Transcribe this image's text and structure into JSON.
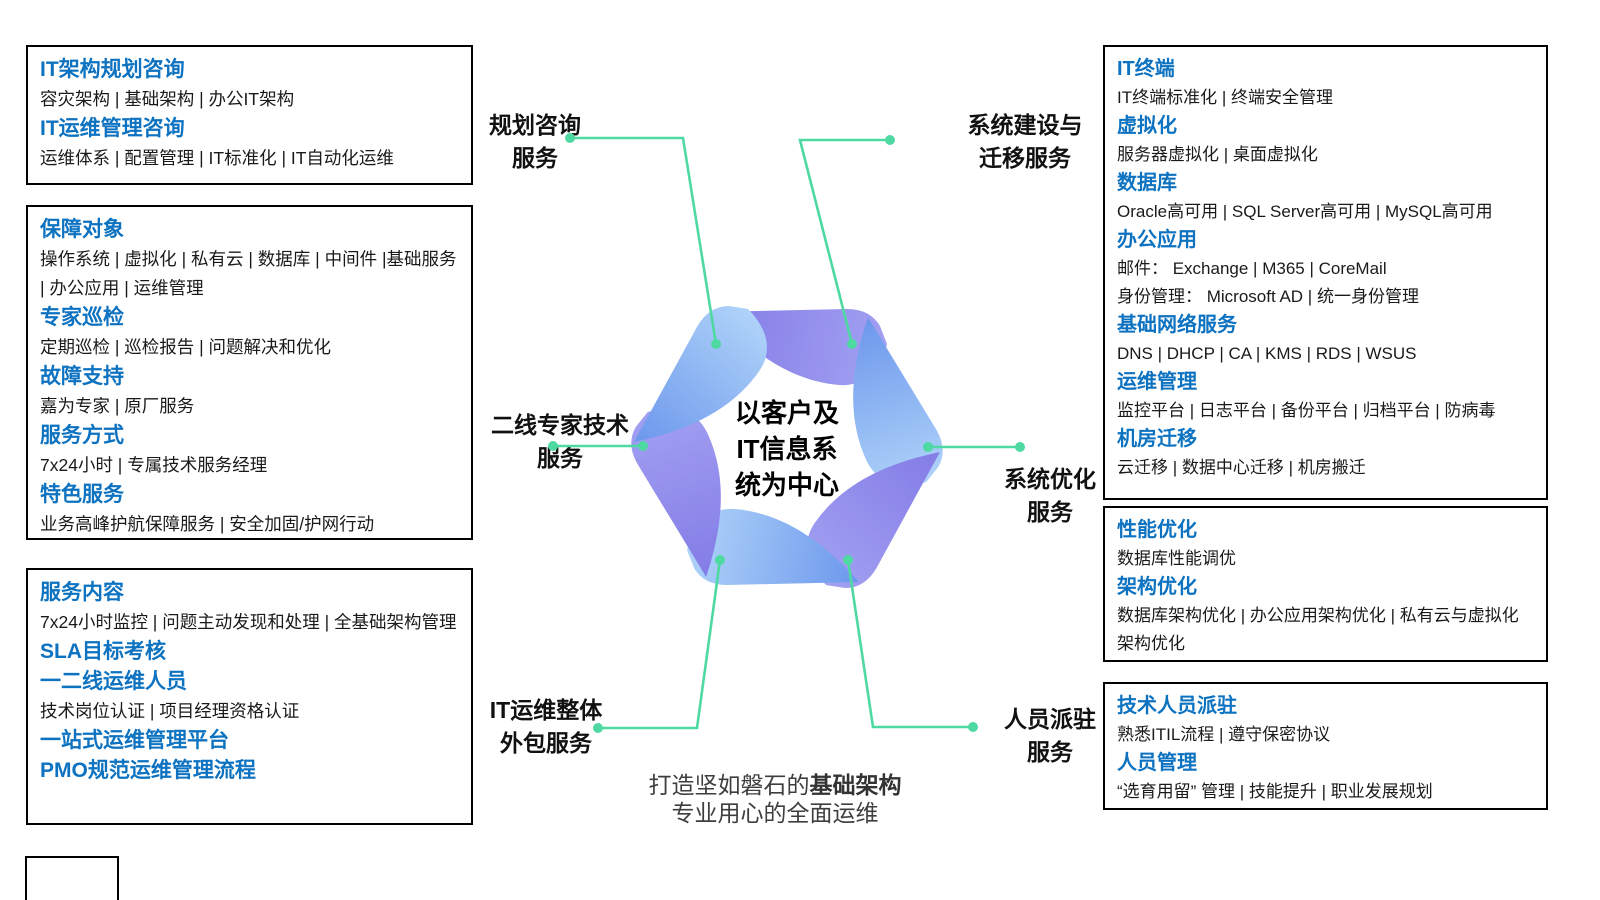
{
  "colors": {
    "heading_blue": "#0D72C0",
    "connector_green": "#4ED9A2",
    "knot_blue_light": "#AFD3F9",
    "knot_blue_deep": "#6C97EC",
    "knot_purple_light": "#A2A0F2",
    "knot_purple_deep": "#837CE6",
    "body_text": "#1A1A1A",
    "tagline_gray": "#3E3E3E"
  },
  "boxes": {
    "lb1": {
      "sections": [
        {
          "title": "IT架构规划咨询",
          "lines": [
            "容灾架构 | 基础架构 | 办公IT架构"
          ]
        },
        {
          "title": "IT运维管理咨询",
          "lines": [
            "运维体系 | 配置管理 | IT标准化 | IT自动化运维"
          ]
        }
      ]
    },
    "lb2": {
      "sections": [
        {
          "title": "保障对象",
          "lines": [
            "操作系统 | 虚拟化 | 私有云 | 数据库 | 中间件 |基础服务 | 办公应用 | 运维管理"
          ]
        },
        {
          "title": "专家巡检",
          "lines": [
            "定期巡检 | 巡检报告 | 问题解决和优化"
          ]
        },
        {
          "title": "故障支持",
          "lines": [
            "嘉为专家 | 原厂服务"
          ]
        },
        {
          "title": "服务方式",
          "lines": [
            "7x24小时 | 专属技术服务经理"
          ]
        },
        {
          "title": "特色服务",
          "lines": [
            "业务高峰护航保障服务 | 安全加固/护网行动"
          ]
        }
      ]
    },
    "lb3": {
      "sections": [
        {
          "title": "服务内容",
          "lines": [
            "7x24小时监控 | 问题主动发现和处理 | 全基础架构管理"
          ]
        },
        {
          "title": "SLA目标考核",
          "lines": []
        },
        {
          "title": "一二线运维人员",
          "lines": [
            "技术岗位认证 | 项目经理资格认证"
          ]
        },
        {
          "title": "一站式运维管理平台",
          "lines": []
        },
        {
          "title": "PMO规范运维管理流程",
          "lines": []
        }
      ]
    },
    "rb1": {
      "sections": [
        {
          "title": "IT终端",
          "lines": [
            "IT终端标准化 | 终端安全管理"
          ]
        },
        {
          "title": "虚拟化",
          "lines": [
            "服务器虚拟化 | 桌面虚拟化"
          ]
        },
        {
          "title": "数据库",
          "lines": [
            "Oracle高可用 | SQL Server高可用 | MySQL高可用"
          ]
        },
        {
          "title": "办公应用",
          "lines": [
            "邮件： Exchange | M365 | CoreMail",
            "身份管理： Microsoft AD | 统一身份管理"
          ]
        },
        {
          "title": "基础网络服务",
          "lines": [
            "DNS | DHCP | CA | KMS | RDS | WSUS"
          ]
        },
        {
          "title": "运维管理",
          "lines": [
            "监控平台 | 日志平台 | 备份平台 | 归档平台 | 防病毒"
          ]
        },
        {
          "title": "机房迁移",
          "lines": [
            "云迁移 | 数据中心迁移 | 机房搬迁"
          ]
        }
      ]
    },
    "rb2": {
      "sections": [
        {
          "title": "性能优化",
          "lines": [
            "数据库性能调优"
          ]
        },
        {
          "title": "架构优化",
          "lines": [
            "数据库架构优化 | 办公应用架构优化 | 私有云与虚拟化架构优化"
          ]
        }
      ]
    },
    "rb3": {
      "sections": [
        {
          "title": "技术人员派驻",
          "lines": [
            "熟悉ITIL流程 | 遵守保密协议"
          ]
        },
        {
          "title": "人员管理",
          "lines": [
            "“选育用留” 管理 | 技能提升 | 职业发展规划"
          ]
        }
      ]
    }
  },
  "center_logo": {
    "lines": [
      "以客户及",
      "IT信息系",
      "统为中心"
    ]
  },
  "labels": {
    "planning": {
      "line1": "规划咨询",
      "line2": "服务"
    },
    "build_migrate": {
      "line1": "系统建设与",
      "line2": "迁移服务"
    },
    "expert_line2": {
      "line1": "二线专家技术",
      "line2": "服务"
    },
    "optimize": {
      "line1": "系统优化",
      "line2": "服务"
    },
    "outsourcing": {
      "line1": "IT运维整体",
      "line2": "外包服务"
    },
    "staffing": {
      "line1": "人员派驻",
      "line2": "服务"
    }
  },
  "tagline": {
    "line1_prefix": "打造坚如磐石的",
    "line1_bold": "基础架构",
    "line2": "专业用心的全面运维"
  }
}
